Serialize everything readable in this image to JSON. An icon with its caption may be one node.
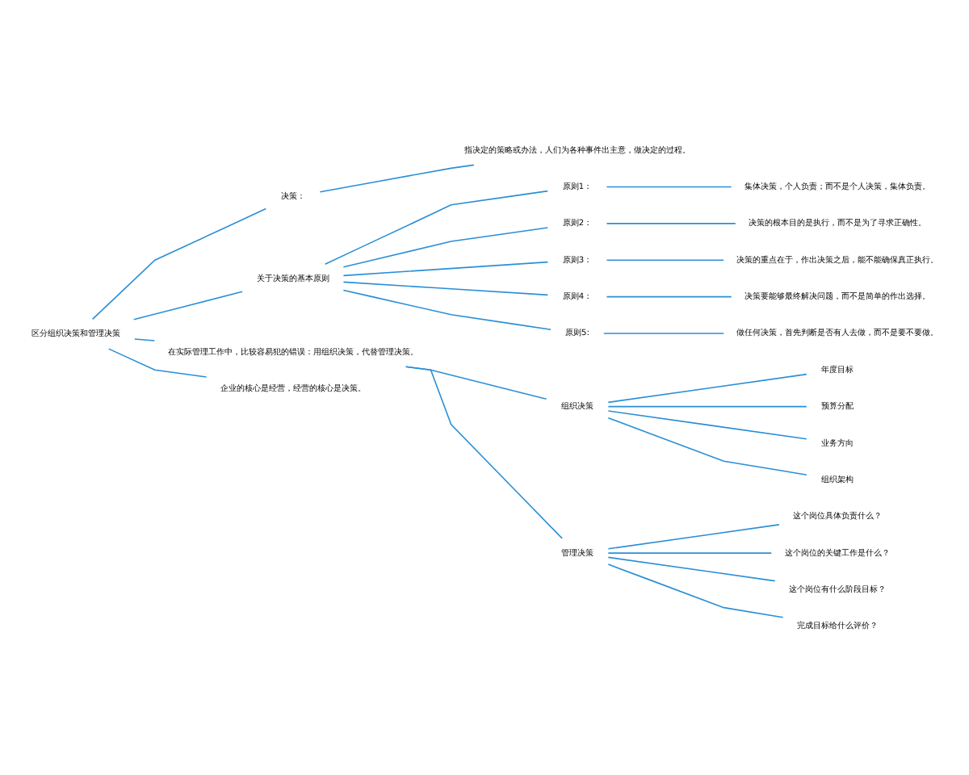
{
  "diagram": {
    "nodes": [
      {
        "text": [
          "区分组织决策和管理决策"
        ]
      },
      {
        "text": [
          "决策："
        ]
      },
      {
        "text": [
          "指决定的策略或办法，人们为各种事件出主意，做决定的过程。"
        ]
      },
      {
        "text": [
          "关于决策的基本原则"
        ]
      },
      {
        "text": [
          "原则1："
        ]
      },
      {
        "text": [
          "集体决策，个人负责；而不是个人决策，集体负责。"
        ]
      },
      {
        "text": [
          "原则2："
        ]
      },
      {
        "text": [
          "决策的根本目的是执行，而不是为了寻求正确性。"
        ]
      },
      {
        "text": [
          "原则3："
        ]
      },
      {
        "text": [
          "决策的重点在于，作出决策之后，能不能确保真正执行。"
        ]
      },
      {
        "text": [
          "原则4："
        ]
      },
      {
        "text": [
          "决策要能够最终解决问题，而不是简单的作出选择。"
        ]
      },
      {
        "text": [
          "原则5:"
        ]
      },
      {
        "text": [
          "做任何决策，首先判断是否有人去做，而不是要不要做。"
        ]
      },
      {
        "text": [
          "在实际管理工作中，比较容易犯的错误：用组织决策，代替管理决策。"
        ]
      },
      {
        "text": [
          "组织决策"
        ]
      },
      {
        "text": [
          "年度目标"
        ]
      },
      {
        "text": [
          "预算分配"
        ]
      },
      {
        "text": [
          "业务方向"
        ]
      },
      {
        "text": [
          "组织架构"
        ]
      },
      {
        "text": [
          "管理决策"
        ]
      },
      {
        "text": [
          "这个岗位具体负责什么？"
        ]
      },
      {
        "text": [
          "这个岗位的关键工作是什么？"
        ]
      },
      {
        "text": [
          "这个岗位有什么阶段目标？"
        ]
      },
      {
        "text": [
          "完成目标给什么评价？"
        ]
      },
      {
        "text": [
          "企业的核心是经营，经营的核心是决策。"
        ]
      }
    ],
    "edges": [
      {
        "from": 0,
        "to": 1,
        "arrow": "none"
      },
      {
        "from": 0,
        "to": 3,
        "arrow": "none"
      },
      {
        "from": 0,
        "to": 14,
        "arrow": "none"
      },
      {
        "from": 0,
        "to": 25,
        "arrow": "none"
      },
      {
        "from": 1,
        "to": 2,
        "arrow": "none"
      },
      {
        "from": 3,
        "to": 4,
        "arrow": "none"
      },
      {
        "from": 3,
        "to": 6,
        "arrow": "none"
      },
      {
        "from": 3,
        "to": 8,
        "arrow": "none"
      },
      {
        "from": 3,
        "to": 10,
        "arrow": "none"
      },
      {
        "from": 3,
        "to": 12,
        "arrow": "none"
      },
      {
        "from": 4,
        "to": 5,
        "arrow": "none"
      },
      {
        "from": 6,
        "to": 7,
        "arrow": "none"
      },
      {
        "from": 8,
        "to": 9,
        "arrow": "none"
      },
      {
        "from": 10,
        "to": 11,
        "arrow": "none"
      },
      {
        "from": 12,
        "to": 13,
        "arrow": "none"
      },
      {
        "from": 14,
        "to": 15,
        "arrow": "none"
      },
      {
        "from": 14,
        "to": 20,
        "arrow": "none"
      },
      {
        "from": 15,
        "to": 16,
        "arrow": "none"
      },
      {
        "from": 15,
        "to": 17,
        "arrow": "none"
      },
      {
        "from": 15,
        "to": 18,
        "arrow": "none"
      },
      {
        "from": 15,
        "to": 19,
        "arrow": "none"
      },
      {
        "from": 20,
        "to": 21,
        "arrow": "none"
      },
      {
        "from": 20,
        "to": 22,
        "arrow": "none"
      },
      {
        "from": 20,
        "to": 23,
        "arrow": "none"
      },
      {
        "from": 20,
        "to": 24,
        "arrow": "none"
      }
    ]
  }
}
